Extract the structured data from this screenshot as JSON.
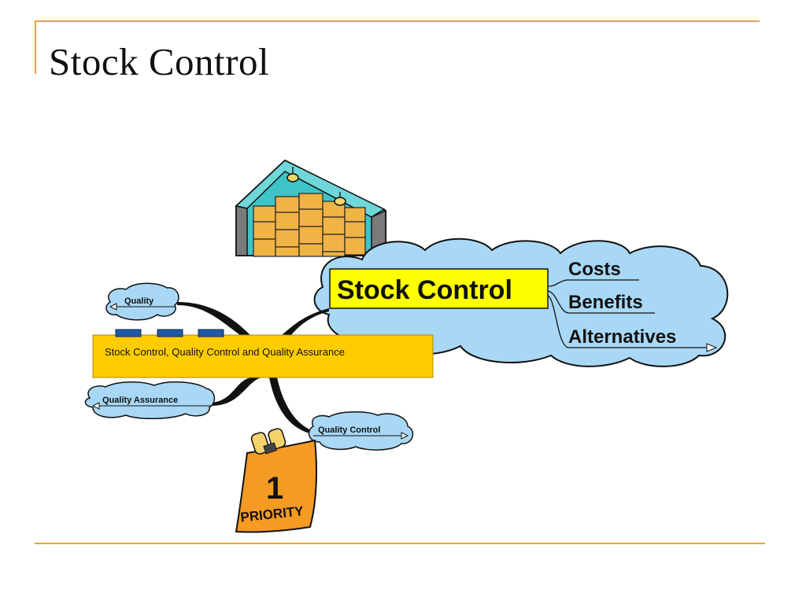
{
  "slide": {
    "title": "Stock Control"
  },
  "central_topic": {
    "label": "Stock Control, Quality Control and Quality Assurance"
  },
  "nodes": {
    "quality": "Quality",
    "quality_assurance": "Quality Assurance",
    "quality_control": "Quality Control",
    "stock_control": "Stock Control"
  },
  "stock_control_branches": [
    "Costs",
    "Benefits",
    "Alternatives"
  ],
  "clipart": {
    "priority_number": "1",
    "priority_label": "PRIORITY"
  },
  "colors": {
    "accent_rule": "#e2a43b",
    "central_fill": "#ffcc00",
    "cloud_fill": "#a8d8f5",
    "highlight": "#ffff00",
    "priority_fill": "#f59a23"
  }
}
